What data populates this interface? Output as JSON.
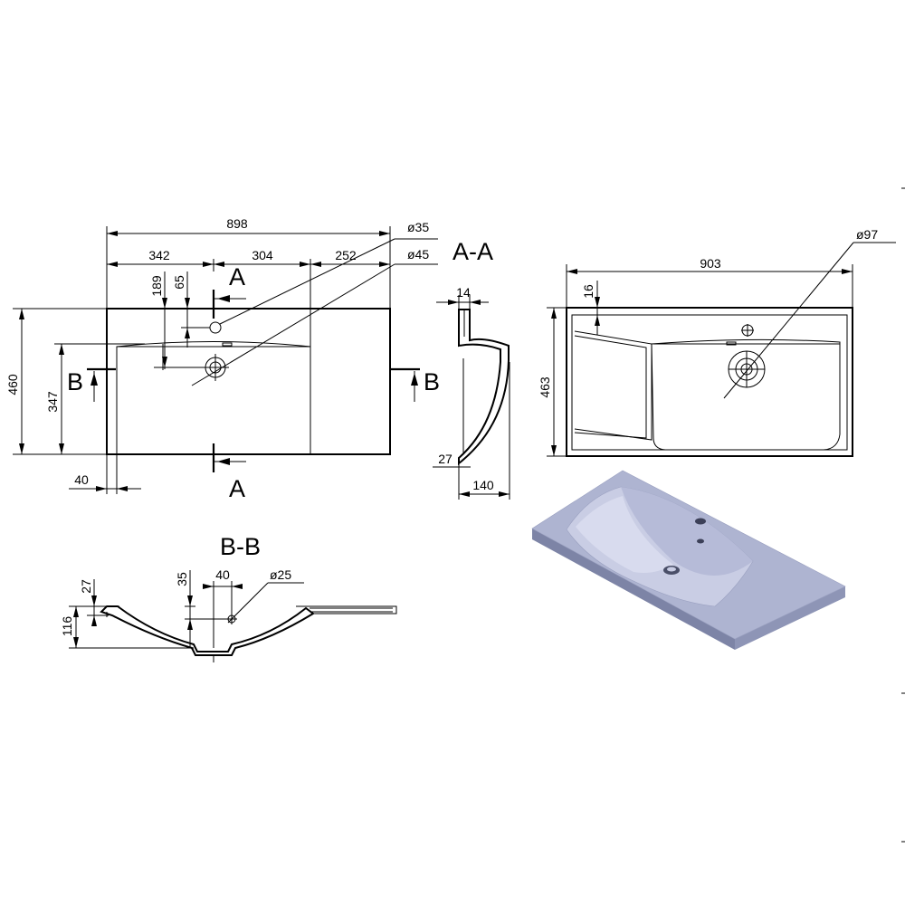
{
  "dimensions": {
    "top_view": {
      "overall_width": "898",
      "left_to_axis": "342",
      "axis_to_bowl": "304",
      "shelf_width": "252",
      "hole_small": "ø35",
      "hole_drain": "ø45",
      "axis_to_drain": "189",
      "axis_to_tap": "65",
      "overall_depth": "460",
      "bowl_depth": "347",
      "side_offset": "40"
    },
    "section_aa": {
      "top_thickness": "14",
      "bottom": "27",
      "depth": "140"
    },
    "section_bb": {
      "rim": "27",
      "depth": "116",
      "offset_v": "35",
      "offset_h": "40",
      "overflow": "ø25"
    },
    "bottom_view": {
      "width": "903",
      "depth": "463",
      "edge": "16",
      "drain": "ø97"
    }
  },
  "sections": {
    "a_label": "A",
    "b_label": "B",
    "aa_title": "A-A",
    "bb_title": "B-B"
  },
  "colors": {
    "line": "#000000",
    "render_top": "#aeb4d1",
    "render_side": "#7d84a6",
    "render_bowl": "#c9cde4"
  }
}
